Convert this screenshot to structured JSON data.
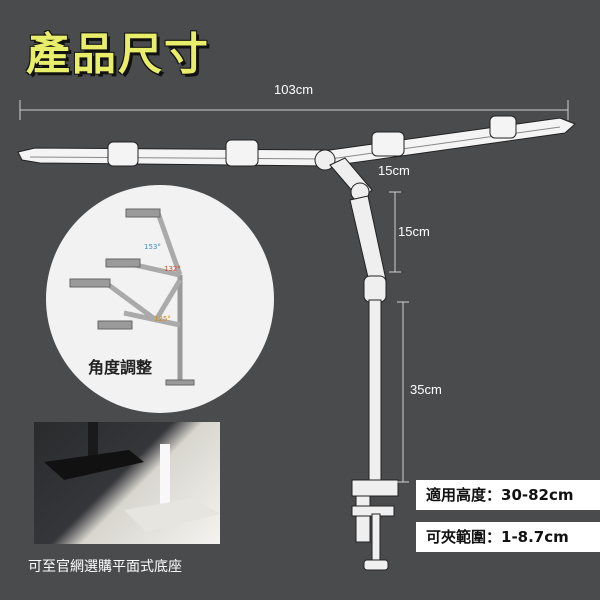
{
  "title": "產品尺寸",
  "dimensions": {
    "total_width": "103cm",
    "arm_offset": "15cm",
    "arm_segment": "15cm",
    "pole_height": "35cm"
  },
  "angle_panel": {
    "label": "角度調整",
    "angles": [
      "153°",
      "132°",
      "125°"
    ]
  },
  "base_panel": {
    "caption": "可至官網選購平面式底座"
  },
  "specs": [
    "適用高度：30-82cm",
    "可夾範圍：1-8.7cm"
  ],
  "colors": {
    "title": "#e9ee6a",
    "background": "#4a4b4d",
    "angle_blue": "#3a8fd0",
    "angle_red": "#d0452a",
    "angle_orange": "#d58a1a"
  }
}
